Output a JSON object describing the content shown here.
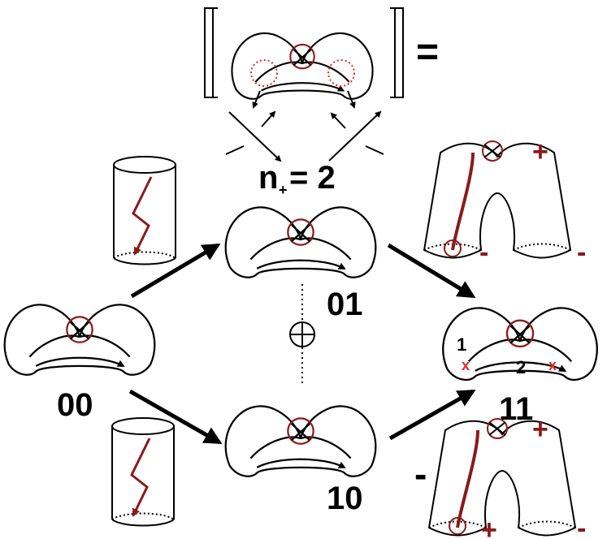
{
  "colors": {
    "stroke": "#000000",
    "crossing": "#8b1a1a",
    "dotted_circle": "#e8262b",
    "marker_x": "#e8262b"
  },
  "labels": {
    "equals": "=",
    "n_plus": "n",
    "n_plus_sub": "+",
    "n_plus_value": "= 2",
    "state_00": "00",
    "state_01": "01",
    "state_10": "10",
    "state_11": "11",
    "direct_sum": "⊕",
    "plus_sign": "+",
    "minus_sign": "-",
    "comp_1": "1",
    "comp_2": "2",
    "marker": "x"
  }
}
